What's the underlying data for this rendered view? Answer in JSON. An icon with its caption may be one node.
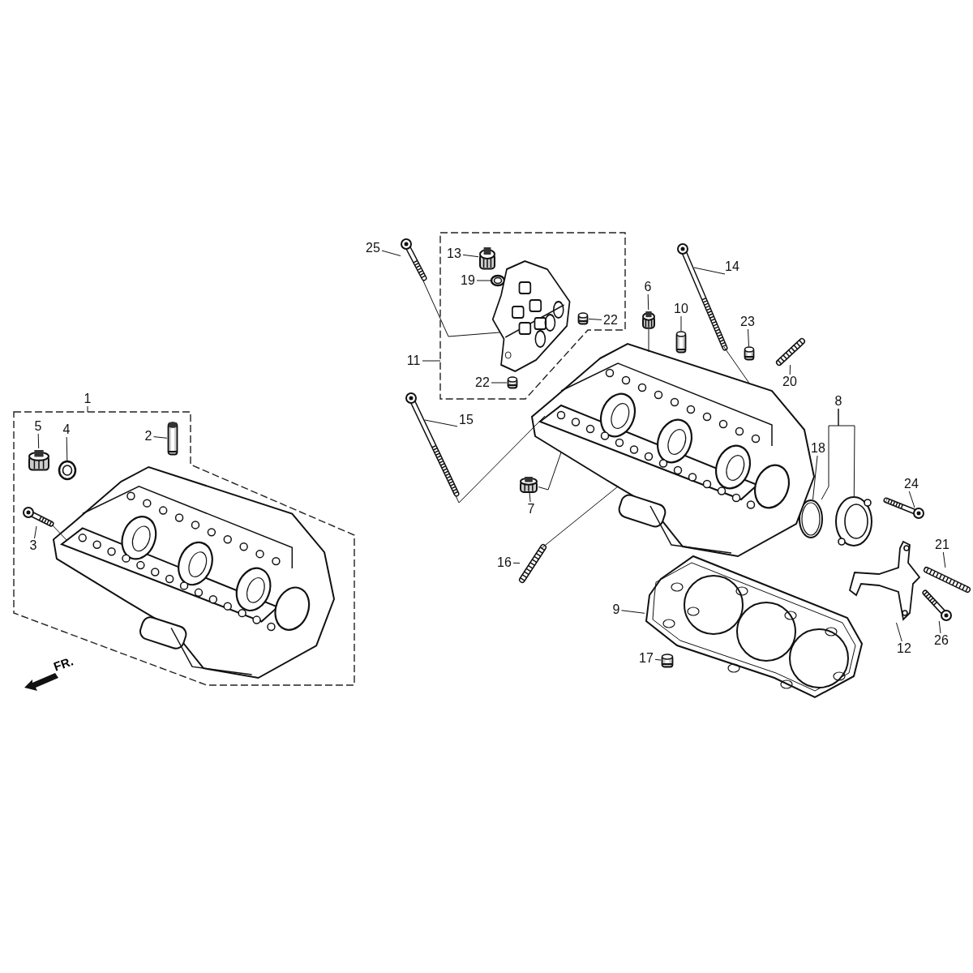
{
  "diagram": {
    "nodes": [
      {
        "text": [],
        "shape": "box"
      },
      {
        "text": [
          "25"
        ]
      },
      {
        "text": [],
        "shape": "picture"
      },
      {
        "text": [
          "13"
        ],
        "in": 0
      },
      {
        "text": [],
        "shape": "picture",
        "in": 0
      },
      {
        "text": [
          "19"
        ],
        "in": 0
      },
      {
        "text": [],
        "shape": "picture",
        "in": 0
      },
      {
        "text": [],
        "shape": "picture",
        "in": 0
      },
      {
        "text": [
          "22"
        ],
        "in": 0
      },
      {
        "text": [],
        "shape": "picture",
        "in": 0
      },
      {
        "text": [
          "22"
        ],
        "in": 0
      },
      {
        "text": [],
        "shape": "picture",
        "in": 0
      },
      {
        "text": [
          "11"
        ]
      },
      {
        "text": [
          "14"
        ]
      },
      {
        "text": [],
        "shape": "picture"
      },
      {
        "text": [
          "6"
        ]
      },
      {
        "text": [],
        "shape": "picture"
      },
      {
        "text": [
          "10"
        ]
      },
      {
        "text": [],
        "shape": "picture"
      },
      {
        "text": [
          "23"
        ]
      },
      {
        "text": [],
        "shape": "picture"
      },
      {
        "text": [
          "20"
        ]
      },
      {
        "text": [],
        "shape": "picture"
      },
      {
        "text": [
          "1"
        ]
      },
      {
        "text": [],
        "shape": "box"
      },
      {
        "text": [
          "5"
        ],
        "in": 24
      },
      {
        "text": [],
        "shape": "picture",
        "in": 24
      },
      {
        "text": [
          "4"
        ],
        "in": 24
      },
      {
        "text": [],
        "shape": "picture",
        "in": 24
      },
      {
        "text": [
          "2"
        ],
        "in": 24
      },
      {
        "text": [],
        "shape": "picture",
        "in": 24
      },
      {
        "text": [
          "3"
        ],
        "in": 24
      },
      {
        "text": [],
        "shape": "picture",
        "in": 24
      },
      {
        "text": [],
        "shape": "picture",
        "in": 24
      },
      {
        "text": [
          "15"
        ]
      },
      {
        "text": [],
        "shape": "picture"
      },
      {
        "text": [
          "8"
        ]
      },
      {
        "text": [
          "18"
        ]
      },
      {
        "text": [],
        "shape": "picture"
      },
      {
        "text": [],
        "shape": "picture"
      },
      {
        "text": [
          "7"
        ]
      },
      {
        "text": [],
        "shape": "picture"
      },
      {
        "text": [],
        "shape": "picture"
      },
      {
        "text": [
          "24"
        ]
      },
      {
        "text": [],
        "shape": "picture"
      },
      {
        "text": [
          "16"
        ]
      },
      {
        "text": [],
        "shape": "picture"
      },
      {
        "text": [
          "21"
        ]
      },
      {
        "text": [],
        "shape": "picture"
      },
      {
        "text": [
          "9"
        ]
      },
      {
        "text": [],
        "shape": "picture"
      },
      {
        "text": [
          "26"
        ]
      },
      {
        "text": [],
        "shape": "picture"
      },
      {
        "text": [
          "17"
        ]
      },
      {
        "text": [],
        "shape": "picture"
      },
      {
        "text": [
          "12"
        ]
      },
      {
        "text": [],
        "shape": "picture"
      }
    ],
    "edges": [
      {
        "from": 1,
        "to": 2,
        "arrow": "none"
      },
      {
        "from": 3,
        "to": 4,
        "arrow": "none"
      },
      {
        "from": 5,
        "to": 6,
        "arrow": "none"
      },
      {
        "from": 8,
        "to": 9,
        "arrow": "none"
      },
      {
        "from": 10,
        "to": 11,
        "arrow": "none"
      },
      {
        "from": 12,
        "to": 0,
        "arrow": "none"
      },
      {
        "from": 13,
        "to": 14,
        "arrow": "none"
      },
      {
        "from": 15,
        "to": 16,
        "arrow": "none"
      },
      {
        "from": 17,
        "to": 18,
        "arrow": "none"
      },
      {
        "from": 19,
        "to": 20,
        "arrow": "none"
      },
      {
        "from": 21,
        "to": 22,
        "arrow": "none"
      },
      {
        "from": 23,
        "to": 24,
        "arrow": "none"
      },
      {
        "from": 25,
        "to": 26,
        "arrow": "none"
      },
      {
        "from": 27,
        "to": 28,
        "arrow": "none"
      },
      {
        "from": 29,
        "to": 30,
        "arrow": "none"
      },
      {
        "from": 31,
        "to": 32,
        "arrow": "none"
      },
      {
        "from": 34,
        "to": 35,
        "arrow": "none"
      },
      {
        "from": 36,
        "to": 38,
        "arrow": "none"
      },
      {
        "from": 36,
        "to": 39,
        "arrow": "none"
      },
      {
        "from": 37,
        "to": 38,
        "arrow": "none"
      },
      {
        "from": 40,
        "to": 41,
        "arrow": "none"
      },
      {
        "from": 43,
        "to": 44,
        "arrow": "none"
      },
      {
        "from": 45,
        "to": 46,
        "arrow": "none"
      },
      {
        "from": 47,
        "to": 48,
        "arrow": "none"
      },
      {
        "from": 49,
        "to": 50,
        "arrow": "none"
      },
      {
        "from": 51,
        "to": 52,
        "arrow": "none"
      },
      {
        "from": 53,
        "to": 54,
        "arrow": "none"
      },
      {
        "from": 55,
        "to": 56,
        "arrow": "none"
      },
      {
        "from": 2,
        "to": 7,
        "arrow": "none"
      },
      {
        "from": 35,
        "to": 42,
        "arrow": "none"
      },
      {
        "from": 14,
        "to": 42,
        "arrow": "none"
      },
      {
        "from": 41,
        "to": 42,
        "arrow": "none"
      },
      {
        "from": 46,
        "to": 42,
        "arrow": "none"
      },
      {
        "from": 32,
        "to": 33,
        "arrow": "none"
      },
      {
        "from": 16,
        "to": 42,
        "arrow": "none"
      }
    ],
    "labels": [
      "FR."
    ]
  }
}
